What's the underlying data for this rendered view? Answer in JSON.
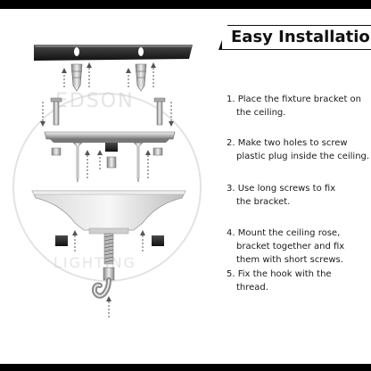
{
  "title": "Easy Installation",
  "watermark_text": "EDSON",
  "watermark_bottom_text": "LIGHTING",
  "colors": {
    "frame": "#000000",
    "accent": "#111111",
    "metal": "#9a9a9a",
    "background": "#ffffff"
  },
  "steps": [
    {
      "number": "1.",
      "lines": [
        "Place the fixture bracket on",
        "the ceiling."
      ]
    },
    {
      "number": "2.",
      "lines": [
        "Make two holes to screw",
        "plastic plug inside the ceiling."
      ]
    },
    {
      "number": "3.",
      "lines": [
        "Use long screws to fix",
        "the bracket."
      ]
    },
    {
      "number": "4.",
      "lines": [
        "Mount the ceiling rose,",
        "bracket together and fix",
        "them with short screws."
      ]
    },
    {
      "number": "5.",
      "lines": [
        "Fix the hook with the",
        "thread."
      ]
    }
  ],
  "icons": [
    "ceiling-bracket-icon",
    "plastic-plug-icon",
    "long-screw-icon",
    "short-screw-icon",
    "ceiling-rose-icon",
    "threaded-rod-icon",
    "hook-icon",
    "arrow-up-icon",
    "arrow-down-icon"
  ]
}
